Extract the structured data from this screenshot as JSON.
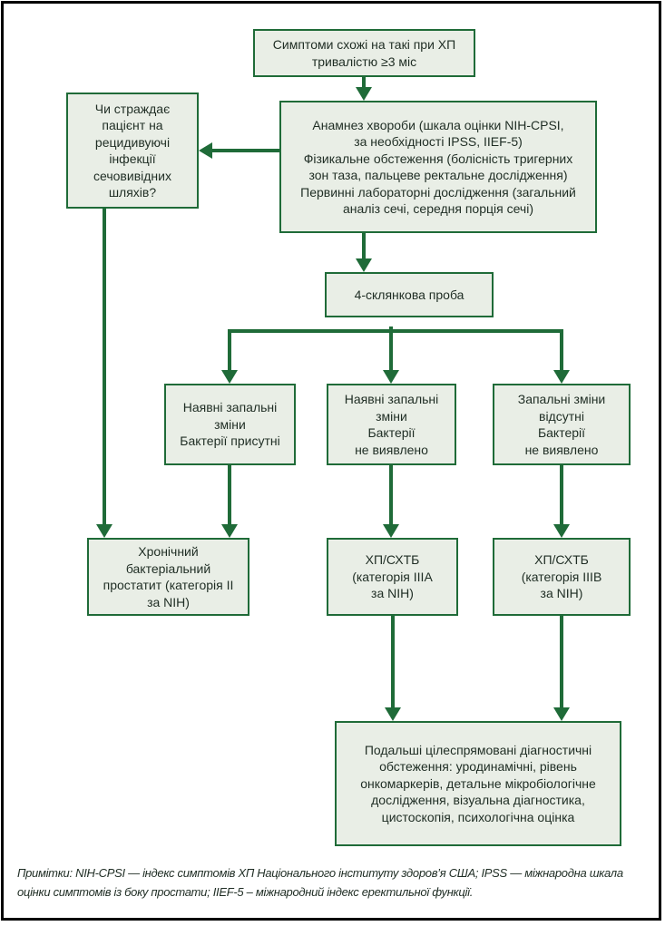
{
  "colors": {
    "accent_green": "#1f6b38",
    "box_fill": "#e9eee6",
    "text_ink": "#1f2d24",
    "frame_black": "#000000"
  },
  "nodes": {
    "symptoms": {
      "lines": [
        "Симптоми схожі на такі при ХП",
        "тривалістю ≥3 міс"
      ]
    },
    "anamnesis": {
      "lines": [
        "Анамнез хвороби (шкала оцінки NIH-CPSI,",
        "за необхідності IPSS, IIEF-5)",
        "Фізикальне обстеження (болісність тригерних",
        "зон таза, пальцеве ректальне дослідження)",
        "Первинні лабораторні дослідження (загальний",
        "аналіз сечі, середня порція сечі)"
      ]
    },
    "uti_question": {
      "lines": [
        "Чи страждає",
        "пацієнт на",
        "рецидивуючі",
        "інфекції",
        "сечовивідних",
        "шляхів?"
      ]
    },
    "four_glass": {
      "lines": [
        "4-склянкова проба"
      ]
    },
    "inflammation_bacteria_present": {
      "lines": [
        "Наявні запальні",
        "зміни",
        "Бактерії присутні"
      ]
    },
    "inflammation_no_bacteria": {
      "lines": [
        "Наявні запальні",
        "зміни",
        "Бактерії",
        "не виявлено"
      ]
    },
    "no_inflammation_no_bacteria": {
      "lines": [
        "Запальні зміни",
        "відсутні",
        "Бактерії",
        "не виявлено"
      ]
    },
    "chronic_bacterial": {
      "lines": [
        "Хронічний",
        "бактеріальний",
        "простатит (категорія II",
        "за NIH)"
      ]
    },
    "cpps_iiia": {
      "lines": [
        "ХП/СХТБ",
        "(категорія IIIA",
        "за NIH)"
      ]
    },
    "cpps_iiib": {
      "lines": [
        "ХП/СХТБ",
        "(категорія IIIB",
        "за NIH)"
      ]
    },
    "further_diagnostics": {
      "lines": [
        "Подальші цілеспрямовані діагностичні",
        "обстеження: уродинамічні, рівень",
        "онкомаркерів, детальне мікробіологічне",
        "дослідження, візуальна діагностика,",
        "цистоскопія, психологічна оцінка"
      ]
    }
  },
  "footnote": {
    "lines": [
      "Примітки: NIH-CPSI — індекс симптомів ХП Національного інституту здоров’я США; IPSS — міжнародна шкала",
      "оцінки симптомів із боку простати; IIEF-5 – міжнародний індекс еректильної функції."
    ]
  }
}
